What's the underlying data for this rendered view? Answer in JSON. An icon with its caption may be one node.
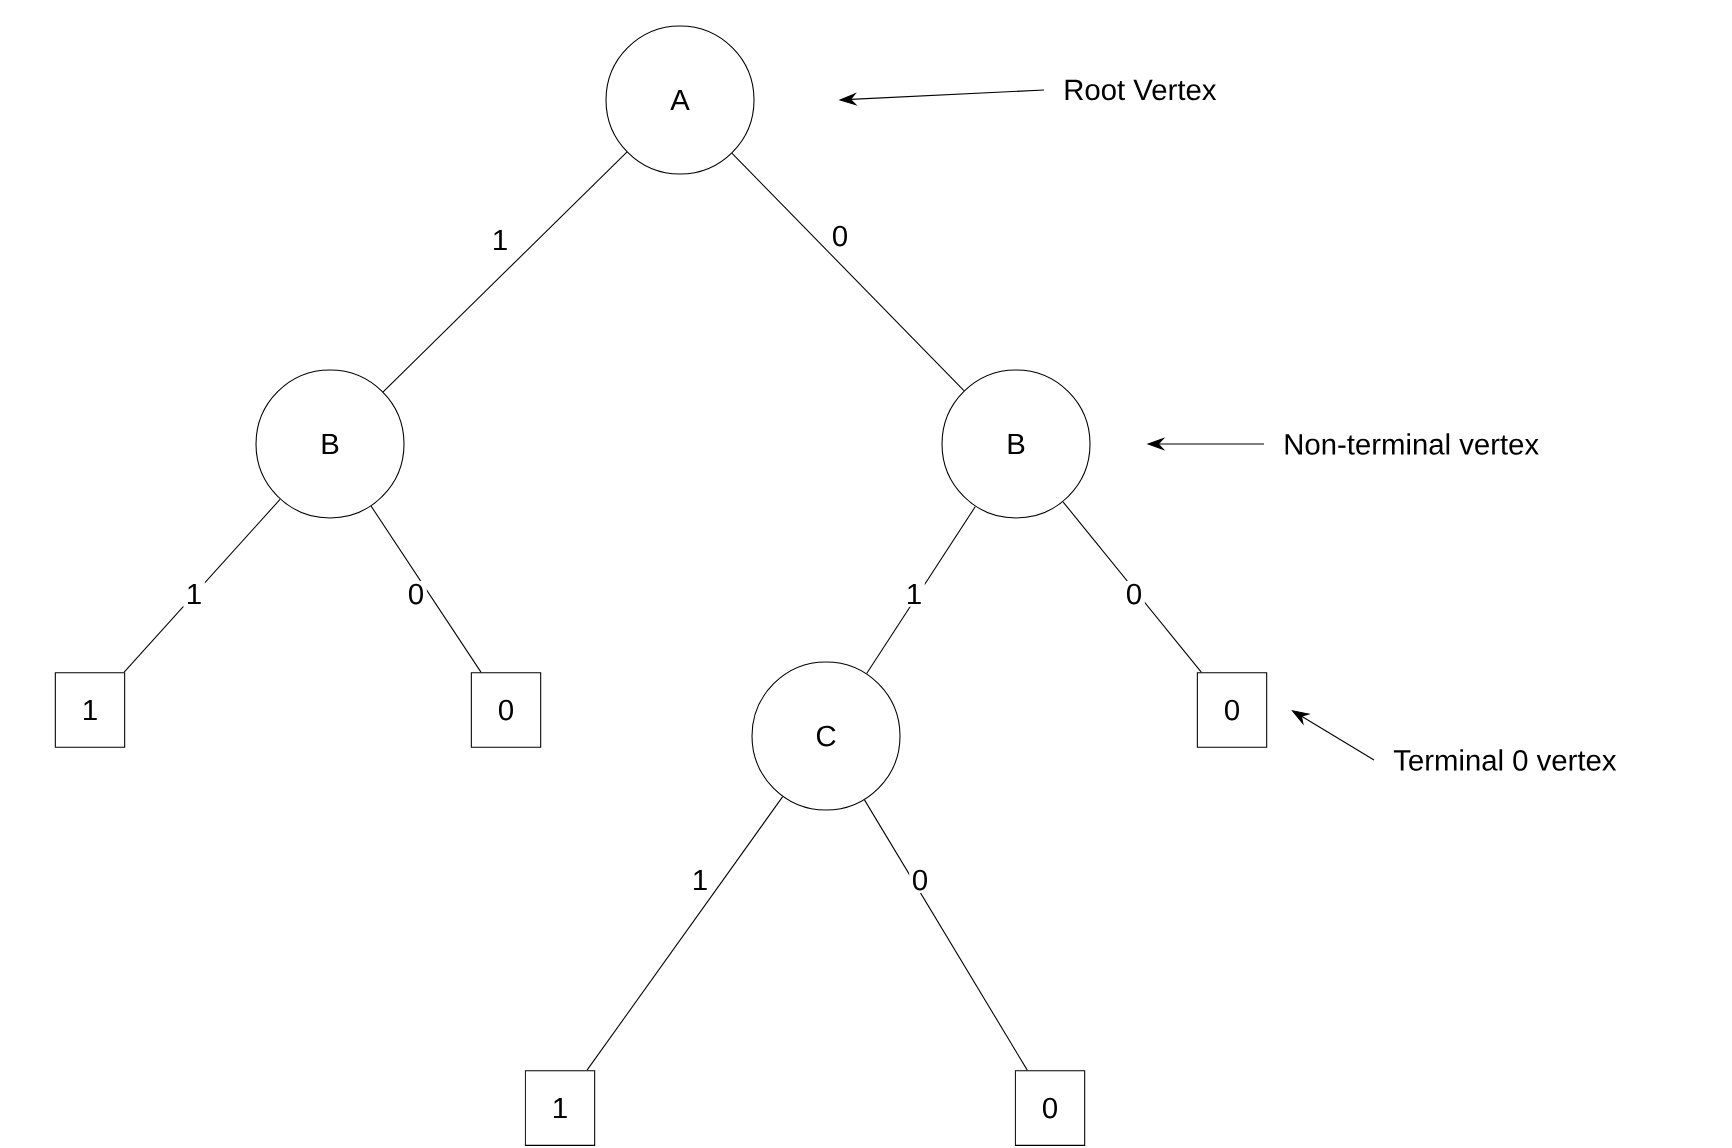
{
  "diagram": {
    "nodes": [
      {
        "text": [
          "A"
        ]
      },
      {
        "text": [
          "Root Vertex"
        ]
      },
      {
        "text": [
          "B"
        ]
      },
      {
        "text": [
          "B"
        ]
      },
      {
        "text": [
          "Non-terminal vertex"
        ]
      },
      {
        "text": [
          "1"
        ]
      },
      {
        "text": [
          "0"
        ]
      },
      {
        "text": [
          "C"
        ]
      },
      {
        "text": [
          "0"
        ]
      },
      {
        "text": [
          "Terminal 0 vertex"
        ]
      },
      {
        "text": [
          "1"
        ]
      },
      {
        "text": [
          "0"
        ]
      }
    ],
    "edges": [
      {
        "from": 1,
        "to": 0,
        "arrow": "to"
      },
      {
        "from": 0,
        "to": 2,
        "arrow": "none",
        "label": "1"
      },
      {
        "from": 0,
        "to": 3,
        "arrow": "none",
        "label": "0"
      },
      {
        "from": 4,
        "to": 3,
        "arrow": "to"
      },
      {
        "from": 2,
        "to": 5,
        "arrow": "none",
        "label": "1"
      },
      {
        "from": 2,
        "to": 6,
        "arrow": "none",
        "label": "0"
      },
      {
        "from": 3,
        "to": 7,
        "arrow": "none",
        "label": "1"
      },
      {
        "from": 3,
        "to": 8,
        "arrow": "none",
        "label": "0"
      },
      {
        "from": 9,
        "to": 8,
        "arrow": "to"
      },
      {
        "from": 7,
        "to": 10,
        "arrow": "none",
        "label": "1"
      },
      {
        "from": 7,
        "to": 11,
        "arrow": "none",
        "label": "0"
      }
    ]
  }
}
